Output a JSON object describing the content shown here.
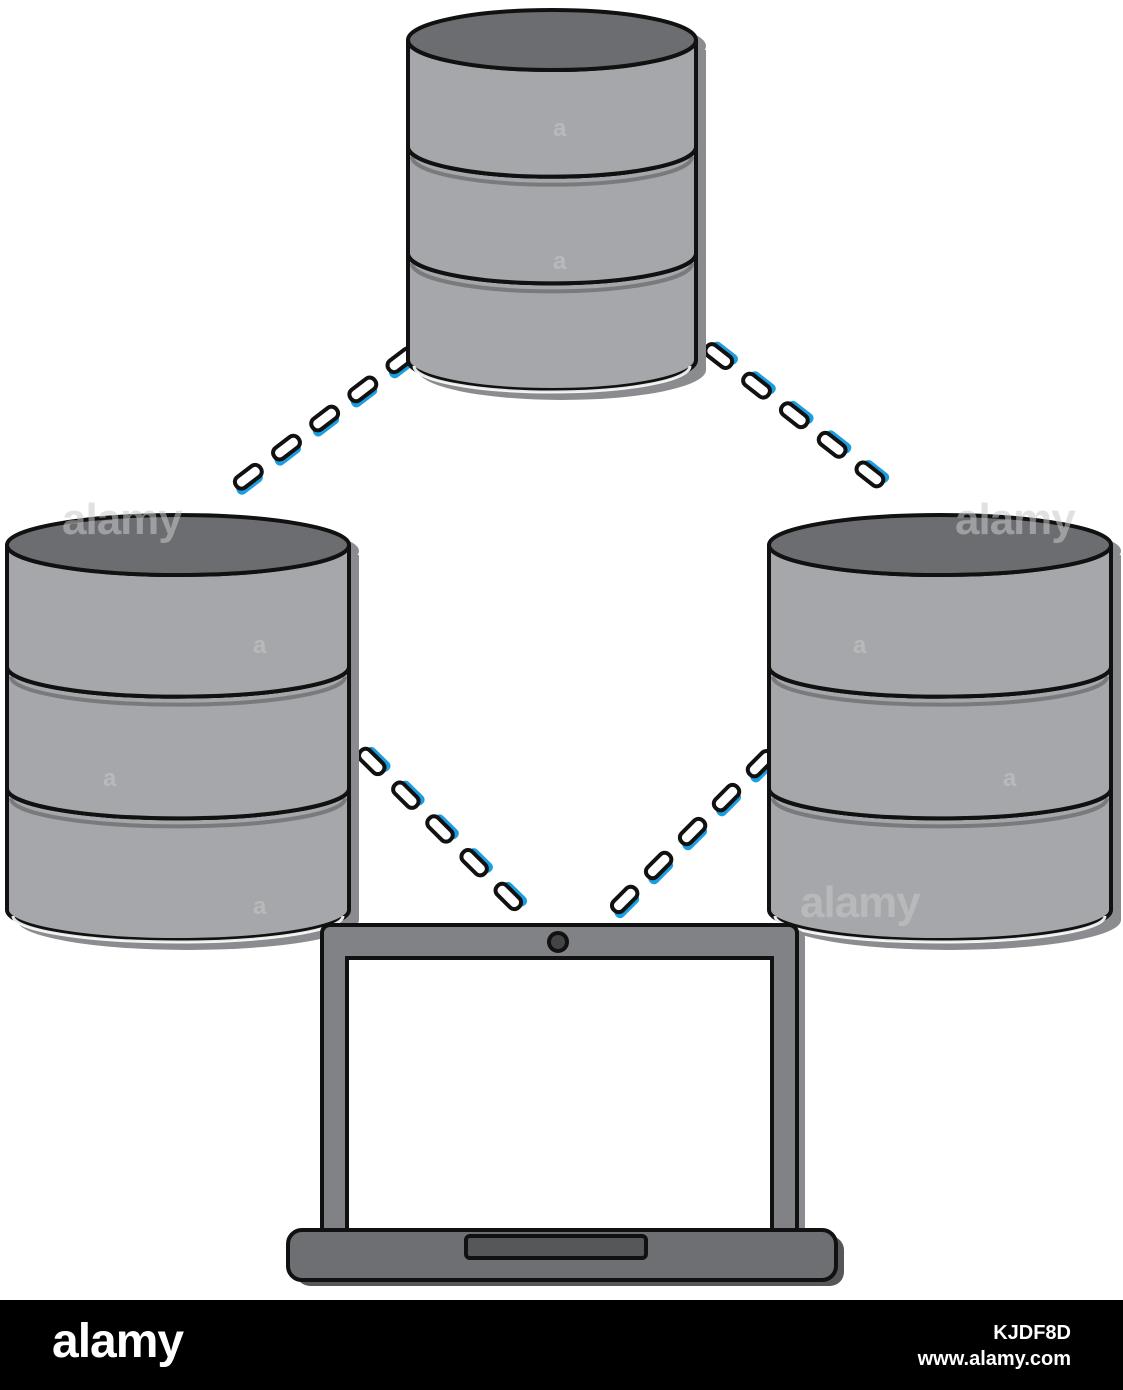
{
  "colors": {
    "background": "#ffffff",
    "disk_gray": "#a5a7aa",
    "disk_top_dark": "#6b6d70",
    "shadow_gray": "#8a8c8f",
    "outline": "#111111",
    "link_blue": "#1a9ee0",
    "laptop_frame": "#808285",
    "laptop_base": "#6d6f72",
    "footer_bg": "#000000",
    "footer_text": "#ffffff"
  },
  "icons": [
    "database-icon",
    "laptop-icon",
    "dashed-network-link"
  ],
  "watermark": {
    "text": "alamy",
    "marker": "a"
  },
  "footer": {
    "brand": "alamy",
    "image_id": "KJDF8D",
    "site": "www.alamy.com"
  }
}
